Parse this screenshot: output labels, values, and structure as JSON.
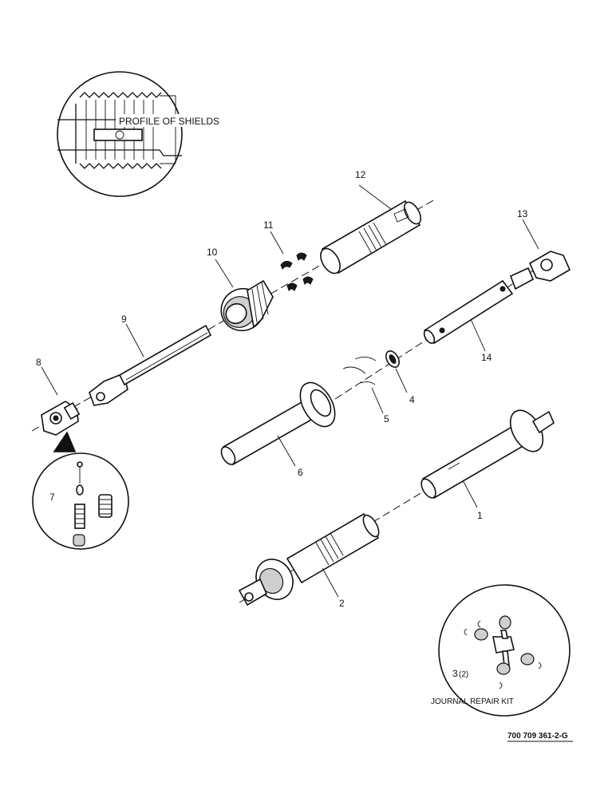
{
  "drawing_number": "700 709 361-2-G",
  "detail_top": {
    "caption": "PROFILE OF SHIELDS"
  },
  "detail_bottom_right": {
    "caption": "JOURNAL REPAIR KIT",
    "label": "3",
    "qty": "(2)"
  },
  "detail_left": {
    "label": "7"
  },
  "callouts": {
    "c1": "1",
    "c2": "2",
    "c4": "4",
    "c5": "5",
    "c6": "6",
    "c8": "8",
    "c9": "9",
    "c10": "10",
    "c11": "11",
    "c12": "12",
    "c13": "13",
    "c14": "14"
  }
}
